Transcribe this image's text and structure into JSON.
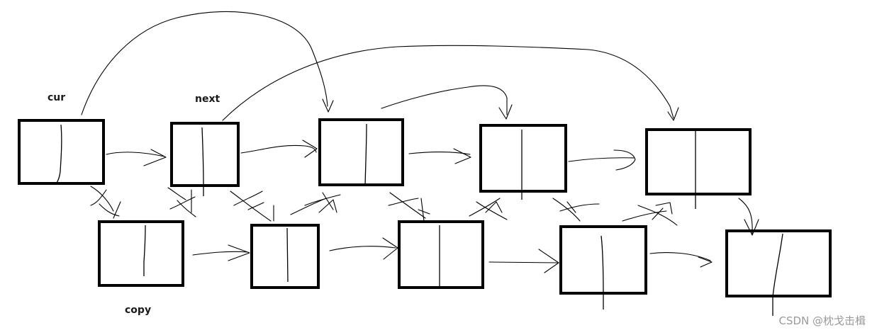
{
  "labels": {
    "cur": "cur",
    "next": "next",
    "copy": "copy"
  },
  "watermark": "CSDN @枕戈击楫",
  "colors": {
    "ink": "#000000",
    "background": "#ffffff",
    "watermark": "#9a9a9a"
  }
}
